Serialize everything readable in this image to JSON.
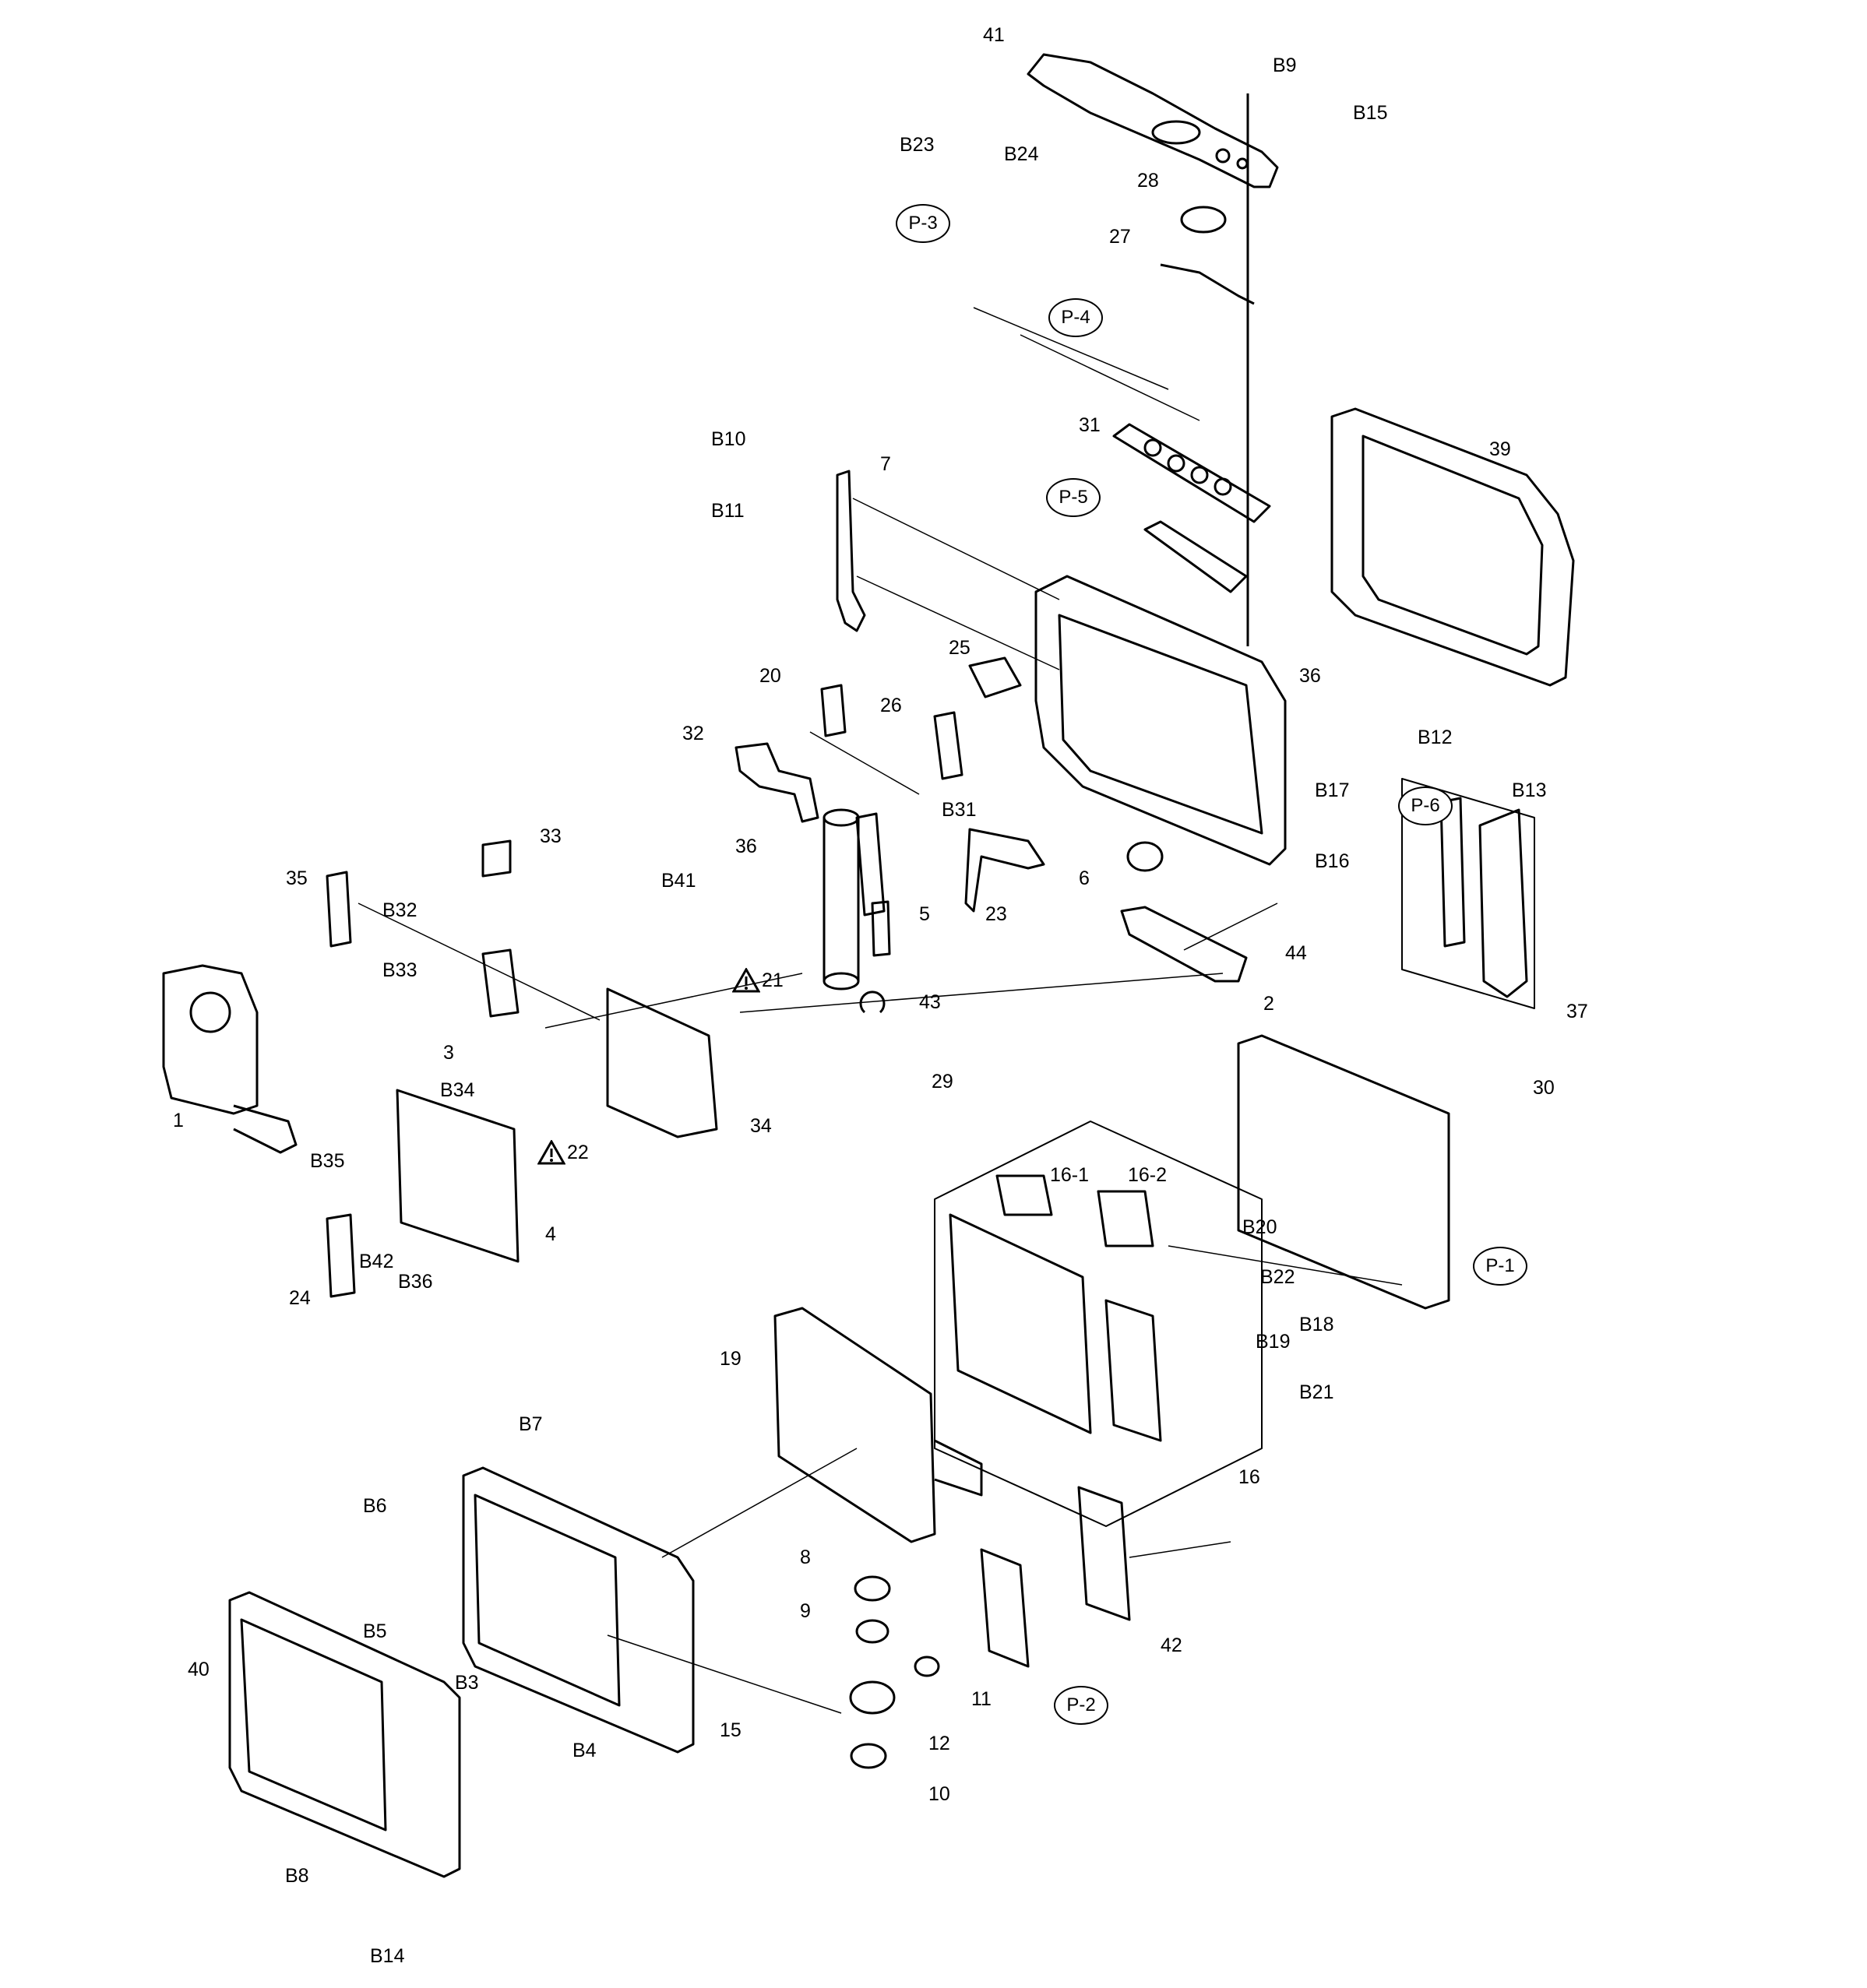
{
  "labels": {
    "l41": "41",
    "lB9": "B9",
    "lB15": "B15",
    "lB23": "B23",
    "lB24": "B24",
    "l28": "28",
    "l27": "27",
    "l31": "31",
    "l39": "39",
    "lB10": "B10",
    "l7": "7",
    "lB11": "B11",
    "l25": "25",
    "l20": "20",
    "l26": "26",
    "l36a": "36",
    "l36b": "36",
    "l32": "32",
    "lB31": "B31",
    "lB12": "B12",
    "lB13": "B13",
    "lB17": "B17",
    "lB16": "B16",
    "l33": "33",
    "l35": "35",
    "lB41": "B41",
    "l5": "5",
    "l23": "23",
    "l6": "6",
    "l44": "44",
    "lB32": "B32",
    "lB33": "B33",
    "l43": "43",
    "l2": "2",
    "l37": "37",
    "l3": "3",
    "l29": "29",
    "lB34": "B34",
    "l34": "34",
    "l30": "30",
    "l1": "1",
    "lB35": "B35",
    "l4": "4",
    "l16-1": "16-1",
    "l16-2": "16-2",
    "lB20": "B20",
    "l24": "24",
    "lB42": "B42",
    "lB36": "B36",
    "lB22": "B22",
    "lB18": "B18",
    "l19": "19",
    "lB19": "B19",
    "lB21": "B21",
    "lB7": "B7",
    "l16": "16",
    "lB6": "B6",
    "l8": "8",
    "l9": "9",
    "l42": "42",
    "lB5": "B5",
    "l40": "40",
    "lB3": "B3",
    "l11": "11",
    "l15": "15",
    "l12": "12",
    "lB4": "B4",
    "l10": "10",
    "lB8": "B8",
    "lB14": "B14"
  },
  "callouts": {
    "p3": "P-3",
    "p4": "P-4",
    "p5": "P-5",
    "p6": "P-6",
    "p1": "P-1",
    "p2": "P-2"
  },
  "warnings": {
    "w21": "21",
    "w22": "22"
  }
}
